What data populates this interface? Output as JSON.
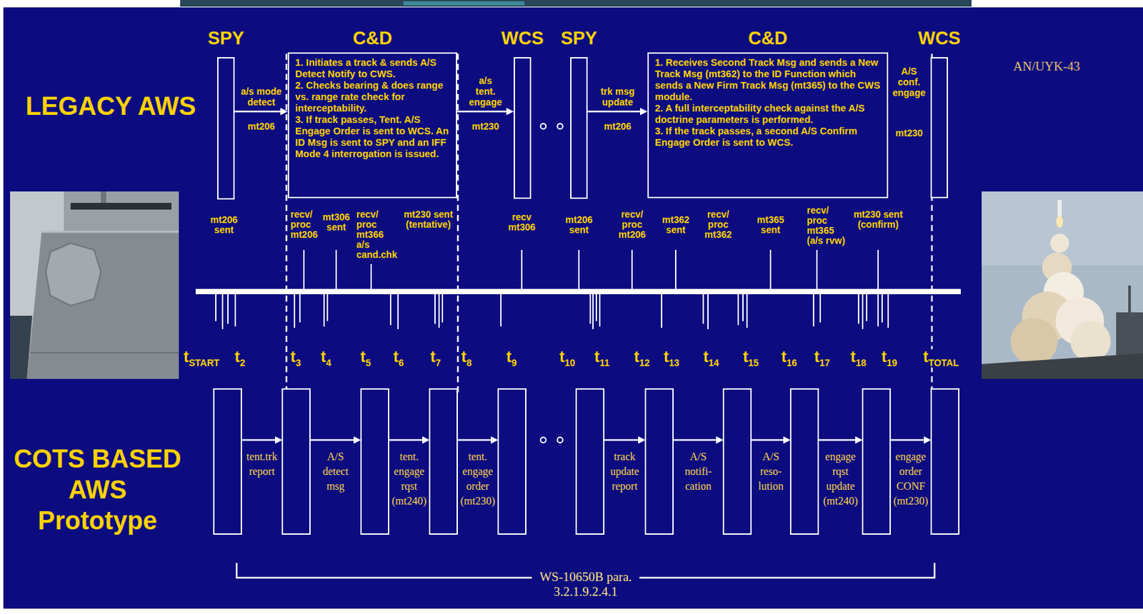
{
  "diagram": {
    "nodes": [
      {
        "text": [
          "SPY"
        ]
      },
      {
        "text": [
          "C&D",
          "1. Initiates a track & sends A/S Detect Notify to CWS.",
          "2. Checks bearing & does range vs. range rate check for interceptability.",
          "3. If track passes, Tent. A/S Engage Order is sent to WCS. An ID Msg is sent to SPY and an IFF Mode 4 interrogation is issued."
        ]
      },
      {
        "text": [
          "WCS"
        ]
      },
      {
        "text": [
          "SPY"
        ]
      },
      {
        "text": [
          "C&D",
          "1. Receives Second Track Msg and sends a New Track Msg (mt362) to the ID Function which sends a New Firm Track Msg (mt365) to the CWS module.",
          "2. A full interceptability check against the A/S doctrine parameters is performed.",
          "3. If the track passes, a second A/S Confirm Engage Order is sent to WCS."
        ]
      },
      {
        "text": [
          "WCS"
        ]
      }
    ],
    "edges": [
      {
        "from": 0,
        "to": 1,
        "label": "a/s mode detect",
        "arrow": "to"
      },
      {
        "from": 1,
        "to": 2,
        "label": "a/s tent. engage",
        "arrow": "to"
      },
      {
        "from": 3,
        "to": 4,
        "label": "trk msg update",
        "arrow": "to"
      }
    ],
    "labels": [
      "AN/UYK-43",
      "LEGACY AWS",
      "mt206",
      "mt230",
      "mt206",
      "A/S conf. engage",
      "mt230",
      "mt206 sent",
      "recv/ proc mt206",
      "mt306 sent",
      "recv/ proc mt366 a/s cand.chk",
      "mt230 sent (tentative)",
      "recv mt306",
      "mt206 sent",
      "recv/ proc mt206",
      "mt362 sent",
      "recv/ proc mt362",
      "mt365 sent",
      "recv/ proc mt365 (a/s rvw)",
      "mt230 sent (confirm)",
      "tSTART",
      "t2",
      "t3",
      "t4",
      "t5",
      "t6",
      "t7",
      "t8",
      "t9",
      "t10",
      "t11",
      "t12",
      "t13",
      "t14",
      "t15",
      "t16",
      "t17",
      "t18",
      "t19",
      "tTOTAL",
      "COTS BASED AWS Prototype",
      "tent.trk report",
      "A/S detect msg",
      "tent. engage rqst (mt240)",
      "tent. engage order (mt230)",
      "track update report",
      "A/S notifi-cation",
      "A/S reso-lution",
      "engage rqst update (mt240)",
      "engage order CONF (mt230)",
      "WS-10650B para. 3.2.1.9.2.4.1"
    ]
  }
}
